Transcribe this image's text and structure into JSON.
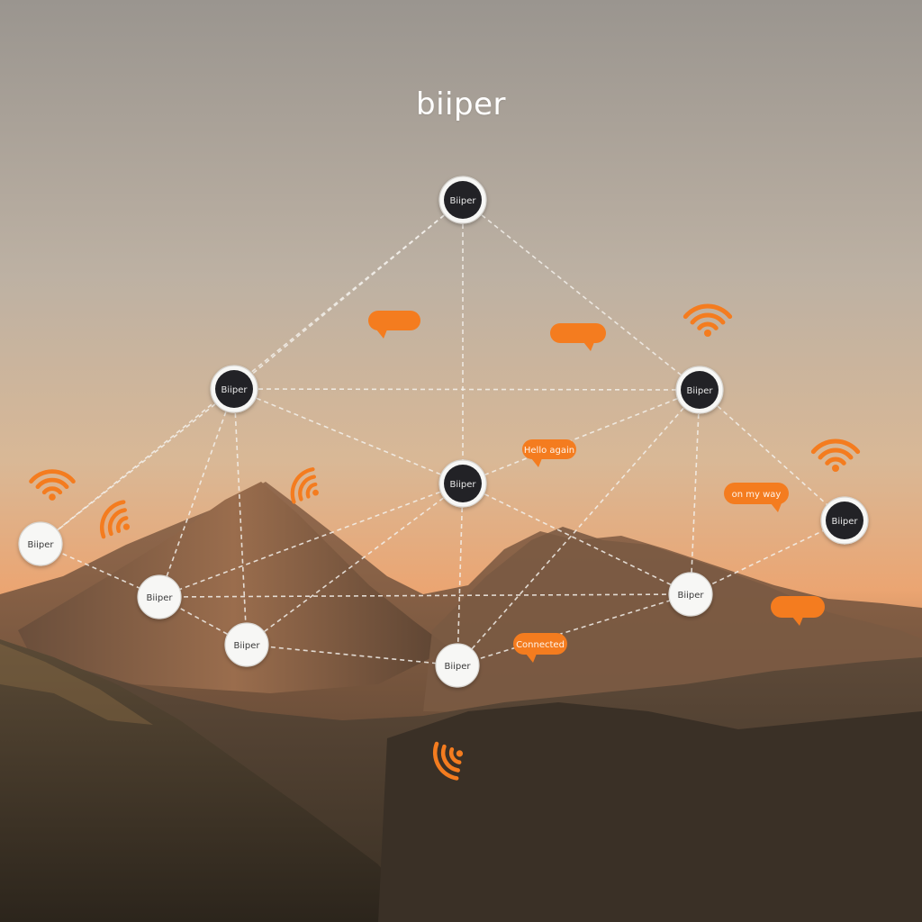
{
  "brand": {
    "title": "biiper"
  },
  "colors": {
    "accent": "#f47c1f",
    "node_dark": "#222226",
    "node_light": "#f2f2f2",
    "link": "#f4f1ec"
  },
  "nodes": [
    {
      "id": "top",
      "label": "Biiper",
      "style": "dark"
    },
    {
      "id": "upper-left",
      "label": "Biiper",
      "style": "dark"
    },
    {
      "id": "upper-right",
      "label": "Biiper",
      "style": "dark"
    },
    {
      "id": "center",
      "label": "Biiper",
      "style": "dark"
    },
    {
      "id": "far-right",
      "label": "Biiper",
      "style": "dark"
    },
    {
      "id": "far-left",
      "label": "Biiper",
      "style": "light"
    },
    {
      "id": "mid-left",
      "label": "Biiper",
      "style": "light"
    },
    {
      "id": "low-left",
      "label": "Biiper",
      "style": "light"
    },
    {
      "id": "bottom",
      "label": "Biiper",
      "style": "light"
    },
    {
      "id": "mid-right",
      "label": "Biiper",
      "style": "light"
    }
  ],
  "links": [
    [
      "top",
      "upper-left"
    ],
    [
      "top",
      "upper-right"
    ],
    [
      "top",
      "center"
    ],
    [
      "top",
      "far-left"
    ],
    [
      "upper-left",
      "upper-right"
    ],
    [
      "upper-left",
      "center"
    ],
    [
      "upper-left",
      "mid-left"
    ],
    [
      "upper-left",
      "low-left"
    ],
    [
      "upper-left",
      "far-left"
    ],
    [
      "upper-right",
      "center"
    ],
    [
      "upper-right",
      "mid-right"
    ],
    [
      "upper-right",
      "far-right"
    ],
    [
      "upper-right",
      "bottom"
    ],
    [
      "center",
      "mid-left"
    ],
    [
      "center",
      "low-left"
    ],
    [
      "center",
      "bottom"
    ],
    [
      "center",
      "mid-right"
    ],
    [
      "far-left",
      "mid-left"
    ],
    [
      "mid-left",
      "mid-right"
    ],
    [
      "mid-left",
      "low-left"
    ],
    [
      "low-left",
      "bottom"
    ],
    [
      "bottom",
      "mid-right"
    ],
    [
      "mid-right",
      "far-right"
    ]
  ],
  "messages": [
    {
      "id": "msg-1",
      "text": ""
    },
    {
      "id": "msg-2",
      "text": ""
    },
    {
      "id": "msg-3",
      "text": "Hello again"
    },
    {
      "id": "msg-4",
      "text": "on my way"
    },
    {
      "id": "msg-5",
      "text": ""
    },
    {
      "id": "msg-6",
      "text": "Connected"
    }
  ],
  "signals": [
    {
      "id": "sig-upper-right"
    },
    {
      "id": "sig-right"
    },
    {
      "id": "sig-far-left"
    },
    {
      "id": "sig-left"
    },
    {
      "id": "sig-mountain"
    },
    {
      "id": "sig-bottom"
    }
  ]
}
